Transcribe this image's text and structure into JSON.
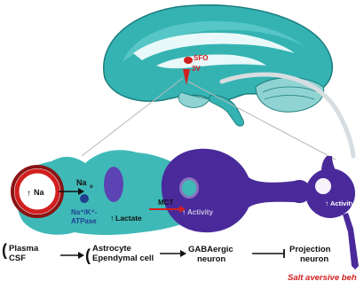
{
  "brain": {
    "sfo_label": "SFO",
    "ventricle_label": "3V"
  },
  "cells": {
    "na_inner": "Na",
    "na_out": "Na",
    "na_out_sub": "o",
    "pump_line1": "Na⁺/K⁺-",
    "pump_line2": "ATPase",
    "lactate": "Lactate",
    "mct": "MCT",
    "activity_gaba": "Activity",
    "activity_proj": "Activity"
  },
  "flow": {
    "plasma": "Plasma",
    "csf": "CSF",
    "astrocyte": "Astrocyte",
    "ependymal": "Ependymal cell",
    "gaba_line1": "GABAergic",
    "gaba_line2": "neuron",
    "proj_line1": "Projection",
    "proj_line2": "neuron"
  },
  "caption": "Salt aversive beh",
  "colors": {
    "brain_fill": "#35b3b3",
    "brain_light": "#c9ecec",
    "teal_cell": "#3fb9b7",
    "purple_neuron": "#4a2a9a",
    "nucleus_purple": "#5b43b3",
    "red": "#d21f1f",
    "navy": "#1f3f8f"
  }
}
